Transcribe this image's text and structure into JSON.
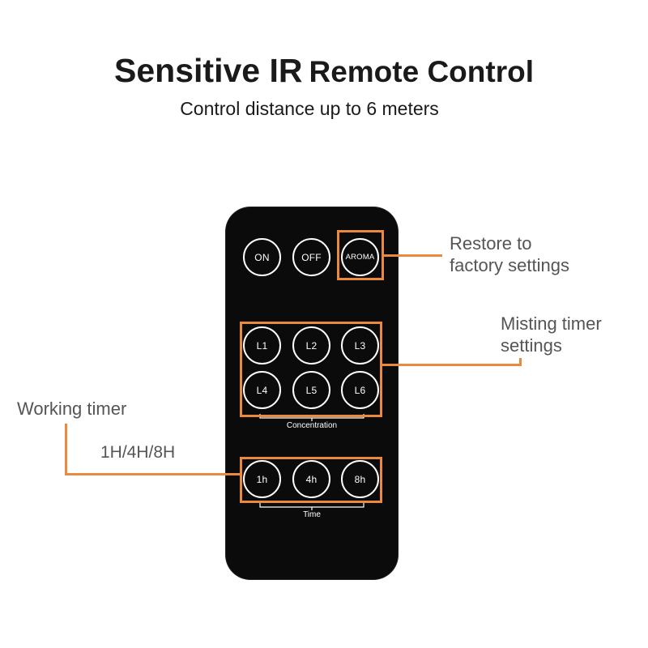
{
  "header": {
    "title_part1": "Sensitive IR",
    "title_part2": "Remote Control",
    "subtitle": "Control distance up to 6 meters"
  },
  "remote": {
    "power_buttons": [
      {
        "label": "ON"
      },
      {
        "label": "OFF"
      },
      {
        "label": "AROMA"
      }
    ],
    "concentration_buttons": [
      {
        "label": "L1"
      },
      {
        "label": "L2"
      },
      {
        "label": "L3"
      },
      {
        "label": "L4"
      },
      {
        "label": "L5"
      },
      {
        "label": "L6"
      }
    ],
    "concentration_label": "Concentration",
    "time_buttons": [
      {
        "label": "1h"
      },
      {
        "label": "4h"
      },
      {
        "label": "8h"
      }
    ],
    "time_label": "Time"
  },
  "annotations": {
    "restore_line1": "Restore to",
    "restore_line2": "factory settings",
    "misting_line1": "Misting timer",
    "misting_line2": "settings",
    "working_timer": "Working timer",
    "timer_options": "1H/4H/8H"
  },
  "colors": {
    "highlight": "#e98a3f",
    "remote_body": "#0b0b0b"
  }
}
